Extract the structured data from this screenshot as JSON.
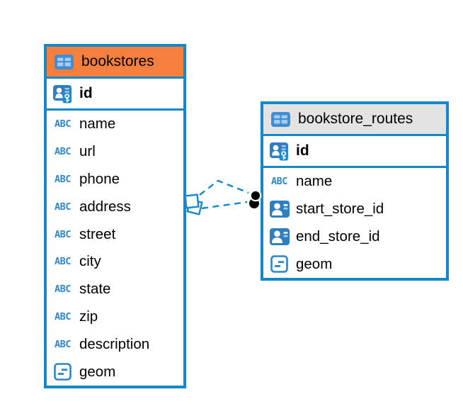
{
  "diagram": {
    "icon_abc_label": "ABC",
    "tables": [
      {
        "title": "bookstores",
        "header_style": "orange",
        "columns": [
          {
            "name": "id",
            "icon": "primary-key"
          },
          {
            "name": "name",
            "icon": "text"
          },
          {
            "name": "url",
            "icon": "text"
          },
          {
            "name": "phone",
            "icon": "text"
          },
          {
            "name": "address",
            "icon": "text"
          },
          {
            "name": "street",
            "icon": "text"
          },
          {
            "name": "city",
            "icon": "text"
          },
          {
            "name": "state",
            "icon": "text"
          },
          {
            "name": "zip",
            "icon": "text"
          },
          {
            "name": "description",
            "icon": "text"
          },
          {
            "name": "geom",
            "icon": "geometry"
          }
        ]
      },
      {
        "title": "bookstore_routes",
        "header_style": "gray",
        "columns": [
          {
            "name": "id",
            "icon": "primary-key"
          },
          {
            "name": "name",
            "icon": "text"
          },
          {
            "name": "start_store_id",
            "icon": "reference"
          },
          {
            "name": "end_store_id",
            "icon": "reference"
          },
          {
            "name": "geom",
            "icon": "geometry"
          }
        ]
      }
    ],
    "relations": [
      {
        "from": "bookstores",
        "to": "bookstore_routes",
        "line_style": "dashed",
        "from_marker": "stacked-squares",
        "to_marker": "stacked-dots"
      },
      {
        "from": "bookstores",
        "to": "bookstore_routes",
        "line_style": "dashed",
        "from_marker": "stacked-squares",
        "to_marker": "stacked-dots"
      }
    ],
    "colors": {
      "accent_blue": "#1588C9",
      "header_orange": "#F5803E",
      "header_gray": "#E3E3E3",
      "icon_fill_blue": "#2E7FC2",
      "icon_light_blue": "#A9CCEC",
      "icon_key_blue": "#1E8CD2",
      "text_black": "#000000",
      "dot_black": "#000000"
    }
  }
}
